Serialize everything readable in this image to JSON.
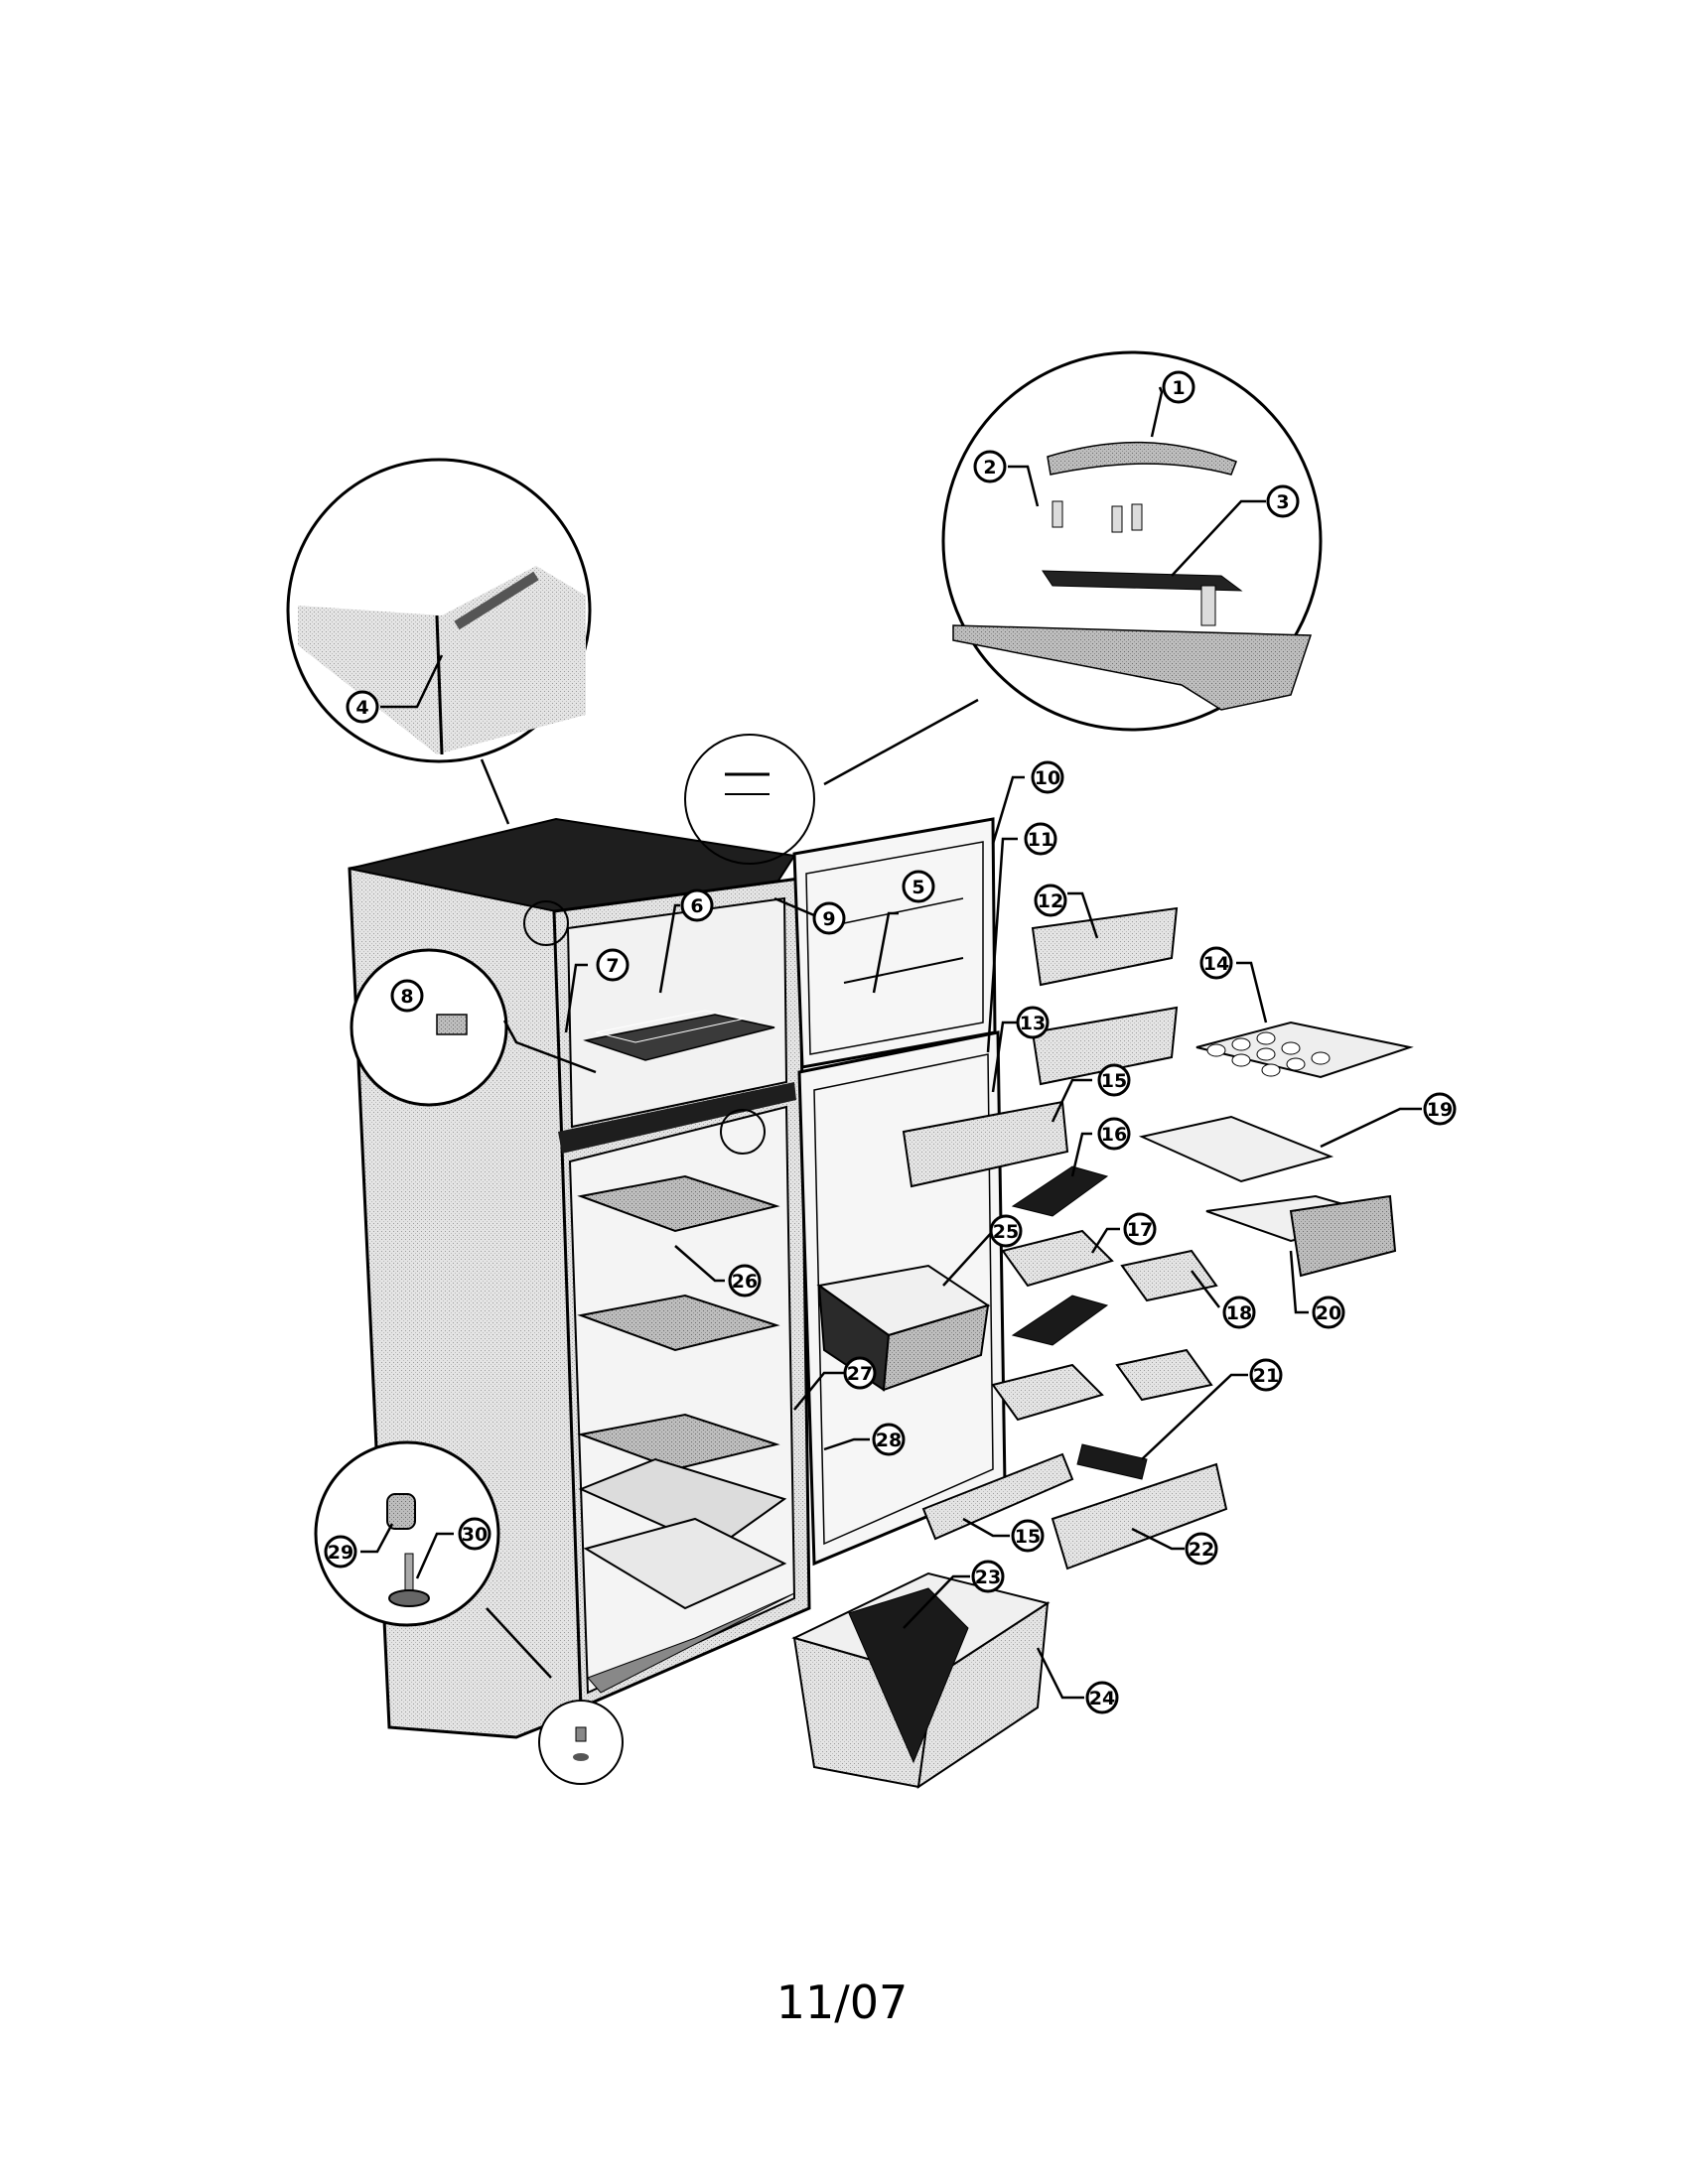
{
  "callouts": [
    "1",
    "2",
    "3",
    "4",
    "5",
    "6",
    "7",
    "8",
    "9",
    "10",
    "11",
    "12",
    "13",
    "14",
    "15",
    "16",
    "17",
    "18",
    "19",
    "20",
    "21",
    "22",
    "23",
    "24",
    "25",
    "26",
    "27",
    "28",
    "29",
    "30"
  ],
  "footer_date": "11/07",
  "colors": {
    "line": "#000000",
    "body_fill": "#d9d9d9",
    "top_fill": "#1e1e1e",
    "part_fill": "#e6e6e6",
    "dark_part": "#1a1a1a"
  }
}
